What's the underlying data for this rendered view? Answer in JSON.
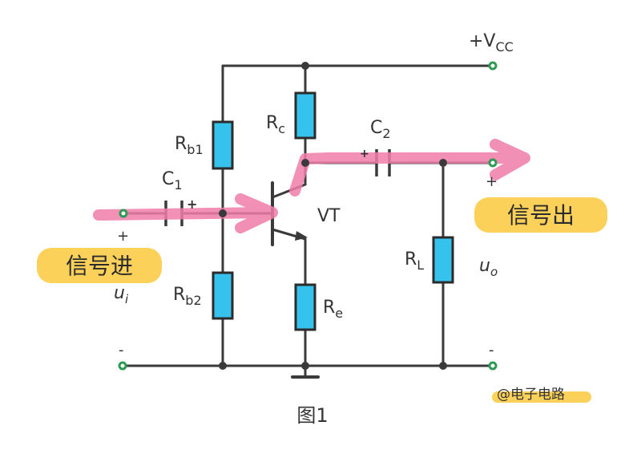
{
  "colors": {
    "wire": "#3a3a3a",
    "component_fill": "#35c3ee",
    "component_stroke": "#2b2b2b",
    "signal_path": "#f07ca8",
    "terminal": "#2e9b55",
    "highlight": "#fcd15a"
  },
  "supply": {
    "main": "+V",
    "sub": "CC"
  },
  "resistors": {
    "rb1": {
      "main": "R",
      "sub": "b1"
    },
    "rb2": {
      "main": "R",
      "sub": "b2"
    },
    "rc": {
      "main": "R",
      "sub": "c"
    },
    "re": {
      "main": "R",
      "sub": "e"
    },
    "rl": {
      "main": "R",
      "sub": "L"
    }
  },
  "capacitors": {
    "c1": {
      "main": "C",
      "sub": "1",
      "polarity": "+"
    },
    "c2": {
      "main": "C",
      "sub": "2",
      "polarity": "+"
    }
  },
  "transistor": {
    "label": "VT"
  },
  "input": {
    "plus": "+",
    "minus": "-",
    "voltage": "u",
    "voltage_sub": "i",
    "tag": "信号进"
  },
  "output": {
    "plus": "+",
    "minus": "-",
    "voltage": "u",
    "voltage_sub": "o",
    "tag": "信号出"
  },
  "caption": "图1",
  "watermark": "@电子电路"
}
